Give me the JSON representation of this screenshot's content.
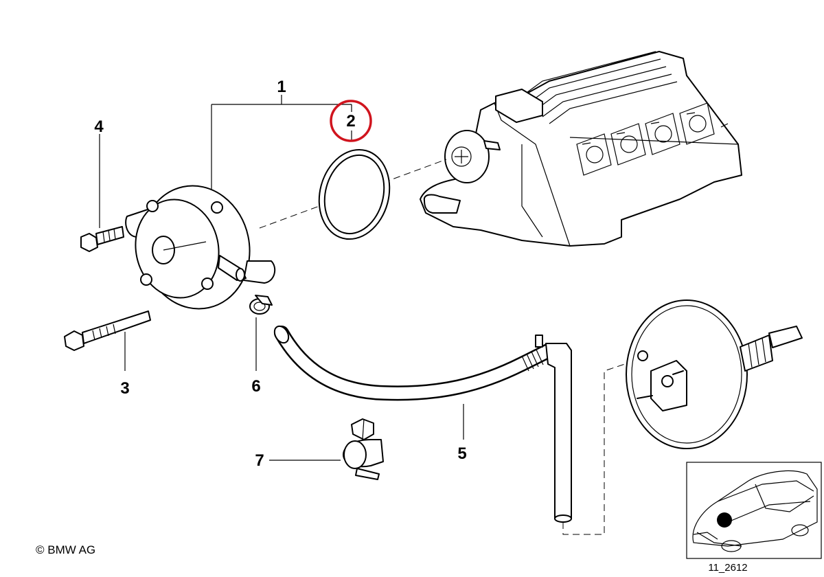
{
  "callouts": [
    {
      "id": "1",
      "label": "1"
    },
    {
      "id": "2",
      "label": "2",
      "highlighted": true
    },
    {
      "id": "3",
      "label": "3"
    },
    {
      "id": "4",
      "label": "4"
    },
    {
      "id": "5",
      "label": "5"
    },
    {
      "id": "6",
      "label": "6"
    },
    {
      "id": "7",
      "label": "7"
    }
  ],
  "copyright": "© BMW AG",
  "figure_id": "11_2612",
  "colors": {
    "line": "#000000",
    "background": "#ffffff",
    "highlight": "#d0141e",
    "locator_dot": "#000000"
  },
  "icons": {
    "locator": "car-locator-icon"
  }
}
